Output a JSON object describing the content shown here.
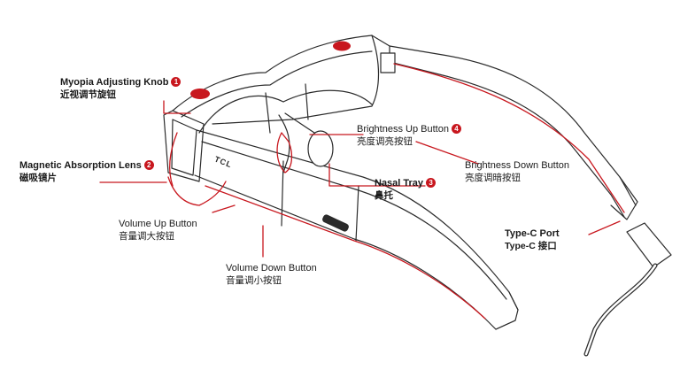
{
  "accent_color": "#c8171e",
  "brand_mark": "TCL",
  "labels": {
    "myopia": {
      "en": "Myopia Adjusting Knob",
      "zh": "近视调节旋钮",
      "num": "1"
    },
    "magnetic": {
      "en": "Magnetic Absorption Lens",
      "zh": "磁吸镜片",
      "num": "2"
    },
    "nasal": {
      "en": "Nasal Tray",
      "zh": "鼻托",
      "num": "3"
    },
    "brightness_up": {
      "en": "Brightness Up Button",
      "zh": "亮度调亮按钮",
      "num": "4"
    },
    "brightness_down": {
      "en": "Brightness Down Button",
      "zh": "亮度调暗按钮"
    },
    "volume_up": {
      "en": "Volume Up Button",
      "zh": "音量调大按钮"
    },
    "volume_down": {
      "en": "Volume Down Button",
      "zh": "音量调小按钮"
    },
    "typec": {
      "en": "Type-C Port",
      "zh": "Type-C 接口"
    }
  }
}
